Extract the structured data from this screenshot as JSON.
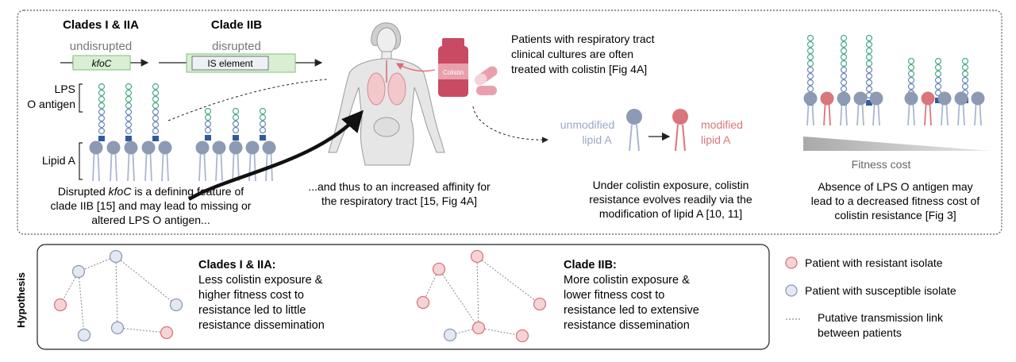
{
  "top_panel": {
    "clades_i_iia_title": "Clades I & IIA",
    "clade_iib_title": "Clade IIB",
    "undisrupted_label": "undisrupted",
    "disrupted_label": "disrupted",
    "kfoc_gene_label": "kfoC",
    "is_element_label": "IS element",
    "lps_label": "LPS",
    "o_antigen_label": "O antigen",
    "lipid_a_label": "Lipid A",
    "caption_left_line1_pre": "Disrupted ",
    "caption_left_line1_italic": "kfoC",
    "caption_left_line1_post": " is a defining feature of",
    "caption_left_line2": "clade IIB [15] and may lead to missing or",
    "caption_left_line3": "altered LPS O antigen...",
    "caption_mid_line1": "...and thus to an increased affinity for",
    "caption_mid_line2": "the respiratory tract [15, Fig 4A]",
    "colistin_bottle_label": "Colistin",
    "colistin_text_line1": "Patients with respiratory tract",
    "colistin_text_line2": "clinical cultures are often",
    "colistin_text_line3": "treated with colistin [Fig 4A]",
    "unmodified_line1": "unmodified",
    "unmodified_line2": "lipid A",
    "modified_line1": "modified",
    "modified_line2": "lipid A",
    "caption_resist_line1": "Under colistin exposure, colistin",
    "caption_resist_line2": "resistance evolves readily via the",
    "caption_resist_line3": "modification of lipid A [10, 11]",
    "fitness_cost_label": "Fitness cost",
    "caption_fitness_line1": "Absence of LPS O antigen may",
    "caption_fitness_line2": "lead to a decreased fitness cost of",
    "caption_fitness_line3": "colistin resistance [Fig 3]"
  },
  "hypothesis": {
    "side_label": "Hypothesis",
    "clades_i_iia_title": "Clades I & IIA:",
    "clades_i_iia_line1": "Less colistin exposure &",
    "clades_i_iia_line2": "higher fitness cost to",
    "clades_i_iia_line3": "resistance led to little",
    "clades_i_iia_line4": "resistance dissemination",
    "clade_iib_title": "Clade IIB:",
    "clade_iib_line1": "More colistin exposure &",
    "clade_iib_line2": "lower fitness cost to",
    "clade_iib_line3": "resistance led to extensive",
    "clade_iib_line4": "resistance dissemination"
  },
  "legend": {
    "resistant": "Patient with resistant isolate",
    "susceptible": "Patient with susceptible isolate",
    "link_line1": "Putative transmission link",
    "link_line2": "between patients"
  },
  "colors": {
    "resistant": "#d9767b",
    "susceptible": "#a9b6d4",
    "blue_dark": "#2f5c99",
    "teal": "#4aa98a",
    "gene_green": "#d9efd3",
    "bottle": "#c84b63"
  }
}
